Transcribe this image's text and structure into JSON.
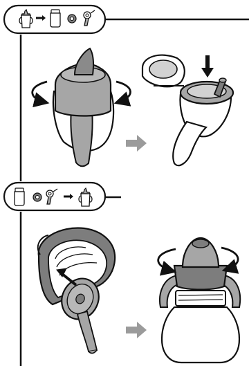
{
  "colors": {
    "outline": "#111111",
    "body_gray": "#a6a6a6",
    "dark_gray": "#7d7d7d",
    "light_gray": "#d2d2d2",
    "arrow_gray": "#9b9b9b",
    "background": "#ffffff"
  },
  "sections": [
    {
      "id": "disassemble",
      "icon_sequence": [
        "assembled-cup-icon",
        "arrow-right-icon",
        "bottle-icon",
        "valve-icon",
        "handle-icon"
      ]
    },
    {
      "id": "assemble",
      "icon_sequence": [
        "bottle-icon",
        "valve-icon",
        "handle-icon",
        "arrow-right-icon",
        "assembled-cup-icon"
      ]
    }
  ],
  "steps": [
    {
      "id": "unscrew-lid",
      "rotation": "both-directions"
    },
    {
      "id": "remove-spout-valve",
      "press": "down"
    },
    {
      "id": "insert-valve",
      "press": "up-left"
    },
    {
      "id": "screw-lid-on-bottle",
      "rotation": "both-directions"
    }
  ]
}
